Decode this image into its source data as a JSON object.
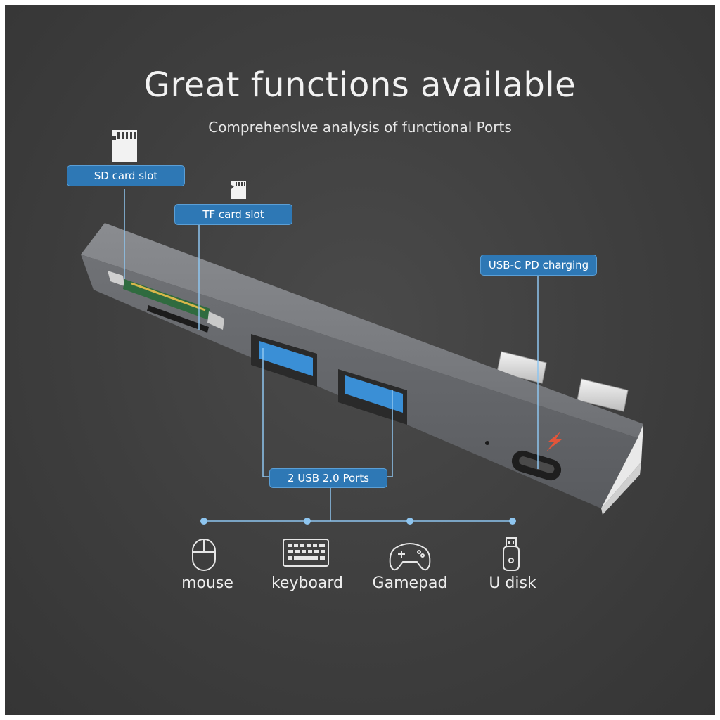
{
  "header": {
    "title": "Great functions available",
    "subtitle": "Comprehenslve analysis of functional Ports"
  },
  "callouts": {
    "sd": "SD card slot",
    "tf": "TF card slot",
    "usbc": "USB-C PD charging",
    "usb": "2 USB 2.0 Ports"
  },
  "devices": [
    {
      "label": "mouse",
      "icon": "mouse-icon"
    },
    {
      "label": "keyboard",
      "icon": "keyboard-icon"
    },
    {
      "label": "Gamepad",
      "icon": "gamepad-icon"
    },
    {
      "label": "U disk",
      "icon": "usb-drive-icon"
    }
  ],
  "colors": {
    "accent": "#2e78b5",
    "usb_blue": "#3a8fd6",
    "line": "#8ec5ef",
    "hub_body": "#75777b"
  }
}
